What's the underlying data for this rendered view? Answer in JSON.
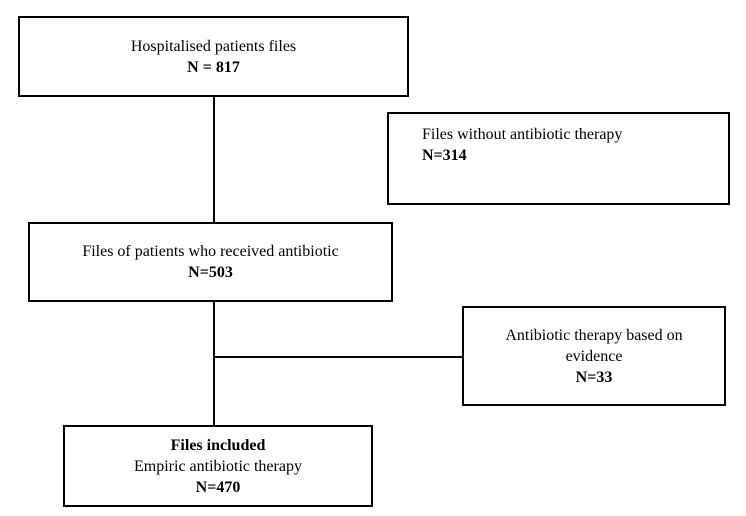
{
  "flowchart": {
    "boxes": {
      "hospitalised_patients": {
        "label": "Hospitalised patients files",
        "count": "N = 817"
      },
      "without_antibiotic_therapy": {
        "label": "Files without antibiotic therapy",
        "count": "N=314"
      },
      "received_antibiotic": {
        "label": "Files of patients who received antibiotic",
        "count": "N=503"
      },
      "evidence_based_therapy": {
        "label_line1": "Antibiotic therapy based on",
        "label_line2": "evidence",
        "count": "N=33"
      },
      "files_included": {
        "title": "Files included",
        "label": "Empiric antibiotic therapy",
        "count": "N=470"
      }
    },
    "colors": {
      "border": "#000000",
      "background": "#ffffff",
      "text": "#000000"
    }
  }
}
